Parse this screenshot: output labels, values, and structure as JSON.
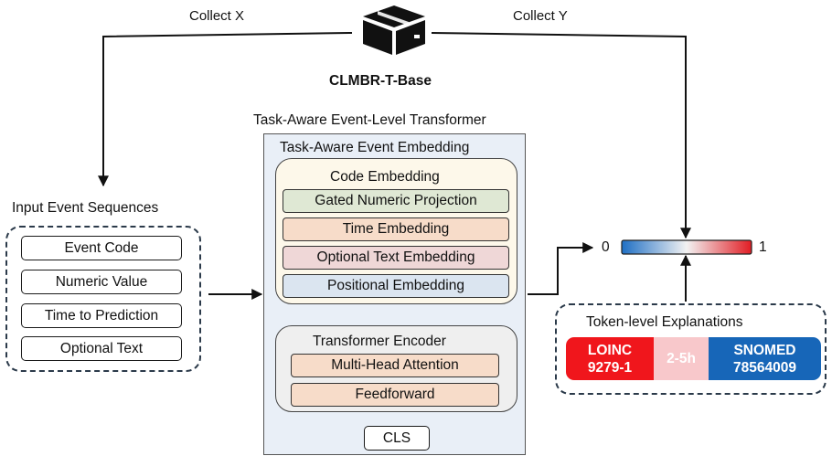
{
  "top": {
    "model_name": "CLMBR-T-Base",
    "collect_x": "Collect X",
    "collect_y": "Collect Y"
  },
  "input": {
    "title": "Input Event Sequences",
    "items": [
      "Event Code",
      "Numeric Value",
      "Time to Prediction",
      "Optional Text"
    ]
  },
  "transformer": {
    "title": "Task-Aware Event-Level Transformer",
    "embedding_title": "Task-Aware Event Embedding",
    "code_embedding": {
      "title": "Code Embedding",
      "items": [
        "Gated Numeric Projection",
        "Time Embedding",
        "Optional Text Embedding",
        "Positional Embedding"
      ]
    },
    "encoder": {
      "title": "Transformer Encoder",
      "items": [
        "Multi-Head Attention",
        "Feedforward"
      ]
    },
    "cls": "CLS"
  },
  "output": {
    "scale_min": "0",
    "scale_max": "1",
    "colors": {
      "low": "#1f6fc4",
      "mid": "#f2f2f2",
      "high": "#e11d24"
    }
  },
  "explanations": {
    "title": "Token-level Explanations",
    "tokens": [
      {
        "line1": "LOINC",
        "line2": "9279-1",
        "color": "#f0161c"
      },
      {
        "line1": "2-5h",
        "line2": "",
        "color": "#f8c8cb"
      },
      {
        "line1": "SNOMED",
        "line2": "78564009",
        "color": "#1766b8"
      }
    ]
  },
  "icons": {
    "model": "box-icon"
  }
}
